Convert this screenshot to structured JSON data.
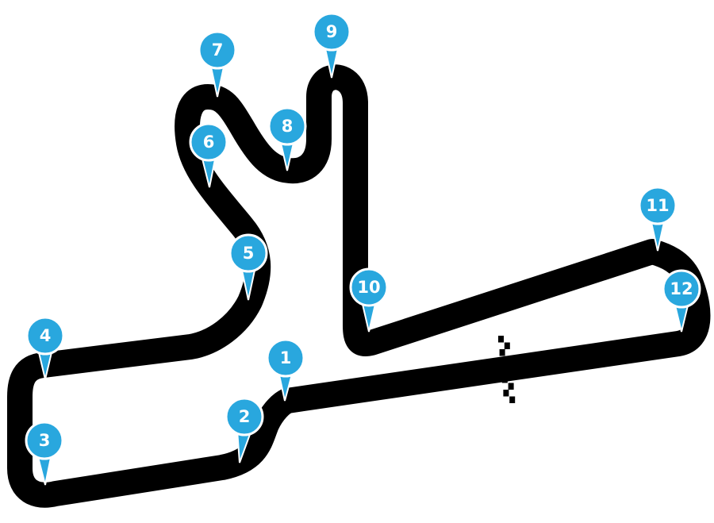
{
  "colors": {
    "track": "#000000",
    "inner": "#ffffff",
    "marker": "#29a7de",
    "marker_text": "#ffffff"
  },
  "corners": [
    {
      "label": "1"
    },
    {
      "label": "2"
    },
    {
      "label": "3"
    },
    {
      "label": "4"
    },
    {
      "label": "5"
    },
    {
      "label": "6"
    },
    {
      "label": "7"
    },
    {
      "label": "8"
    },
    {
      "label": "9"
    },
    {
      "label": "10"
    },
    {
      "label": "11"
    },
    {
      "label": "12"
    }
  ]
}
